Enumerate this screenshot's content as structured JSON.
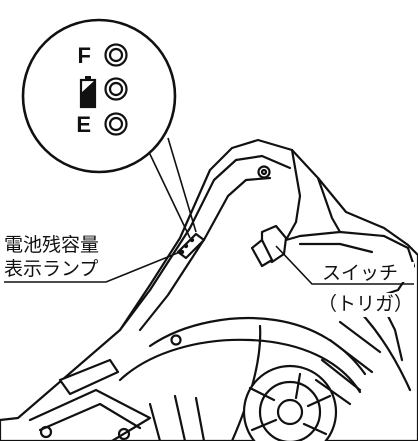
{
  "inset": {
    "letter_full": "F",
    "letter_empty": "E"
  },
  "labels": {
    "battery_indicator_line1": "電池残容量",
    "battery_indicator_line2": "表示ランプ",
    "switch_line1": "スイッチ",
    "switch_line2": "（トリガ）"
  }
}
